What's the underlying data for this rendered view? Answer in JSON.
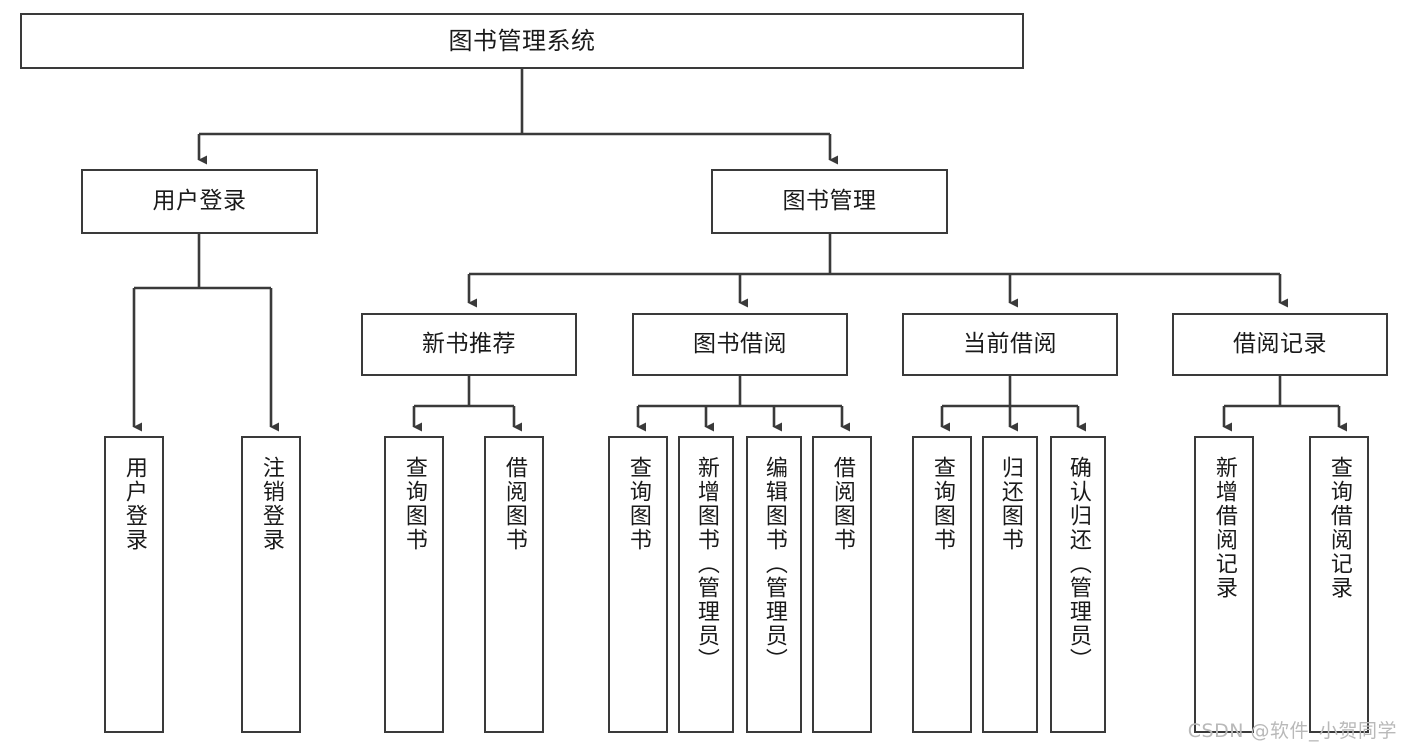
{
  "diagram": {
    "title": "图书管理系统",
    "type": "tree-hierarchy",
    "watermark": "CSDN @软件_小贺同学",
    "colors": {
      "box_stroke": "#3a3a3a",
      "box_fill": "#ffffff",
      "connector": "#3a3a3a",
      "text": "#1a1a1a",
      "watermark": "#b9b9b9"
    },
    "nodes": {
      "root": {
        "label": "图书管理系统"
      },
      "level2": [
        {
          "label": "用户登录"
        },
        {
          "label": "图书管理"
        }
      ],
      "level3": [
        {
          "label": "新书推荐"
        },
        {
          "label": "图书借阅"
        },
        {
          "label": "当前借阅"
        },
        {
          "label": "借阅记录"
        }
      ],
      "leaves": {
        "user_login": [
          {
            "label": "用户登录"
          },
          {
            "label": "注销登录"
          }
        ],
        "new_book": [
          {
            "label": "查询图书"
          },
          {
            "label": "借阅图书"
          }
        ],
        "book_borrow": [
          {
            "label": "查询图书"
          },
          {
            "label": "新增图书（管理员）"
          },
          {
            "label": "编辑图书（管理员）"
          },
          {
            "label": "借阅图书"
          }
        ],
        "current_borrow": [
          {
            "label": "查询图书"
          },
          {
            "label": "归还图书"
          },
          {
            "label": "确认归还（管理员）"
          }
        ],
        "borrow_record": [
          {
            "label": "新增借阅记录"
          },
          {
            "label": "查询借阅记录"
          }
        ]
      }
    }
  }
}
